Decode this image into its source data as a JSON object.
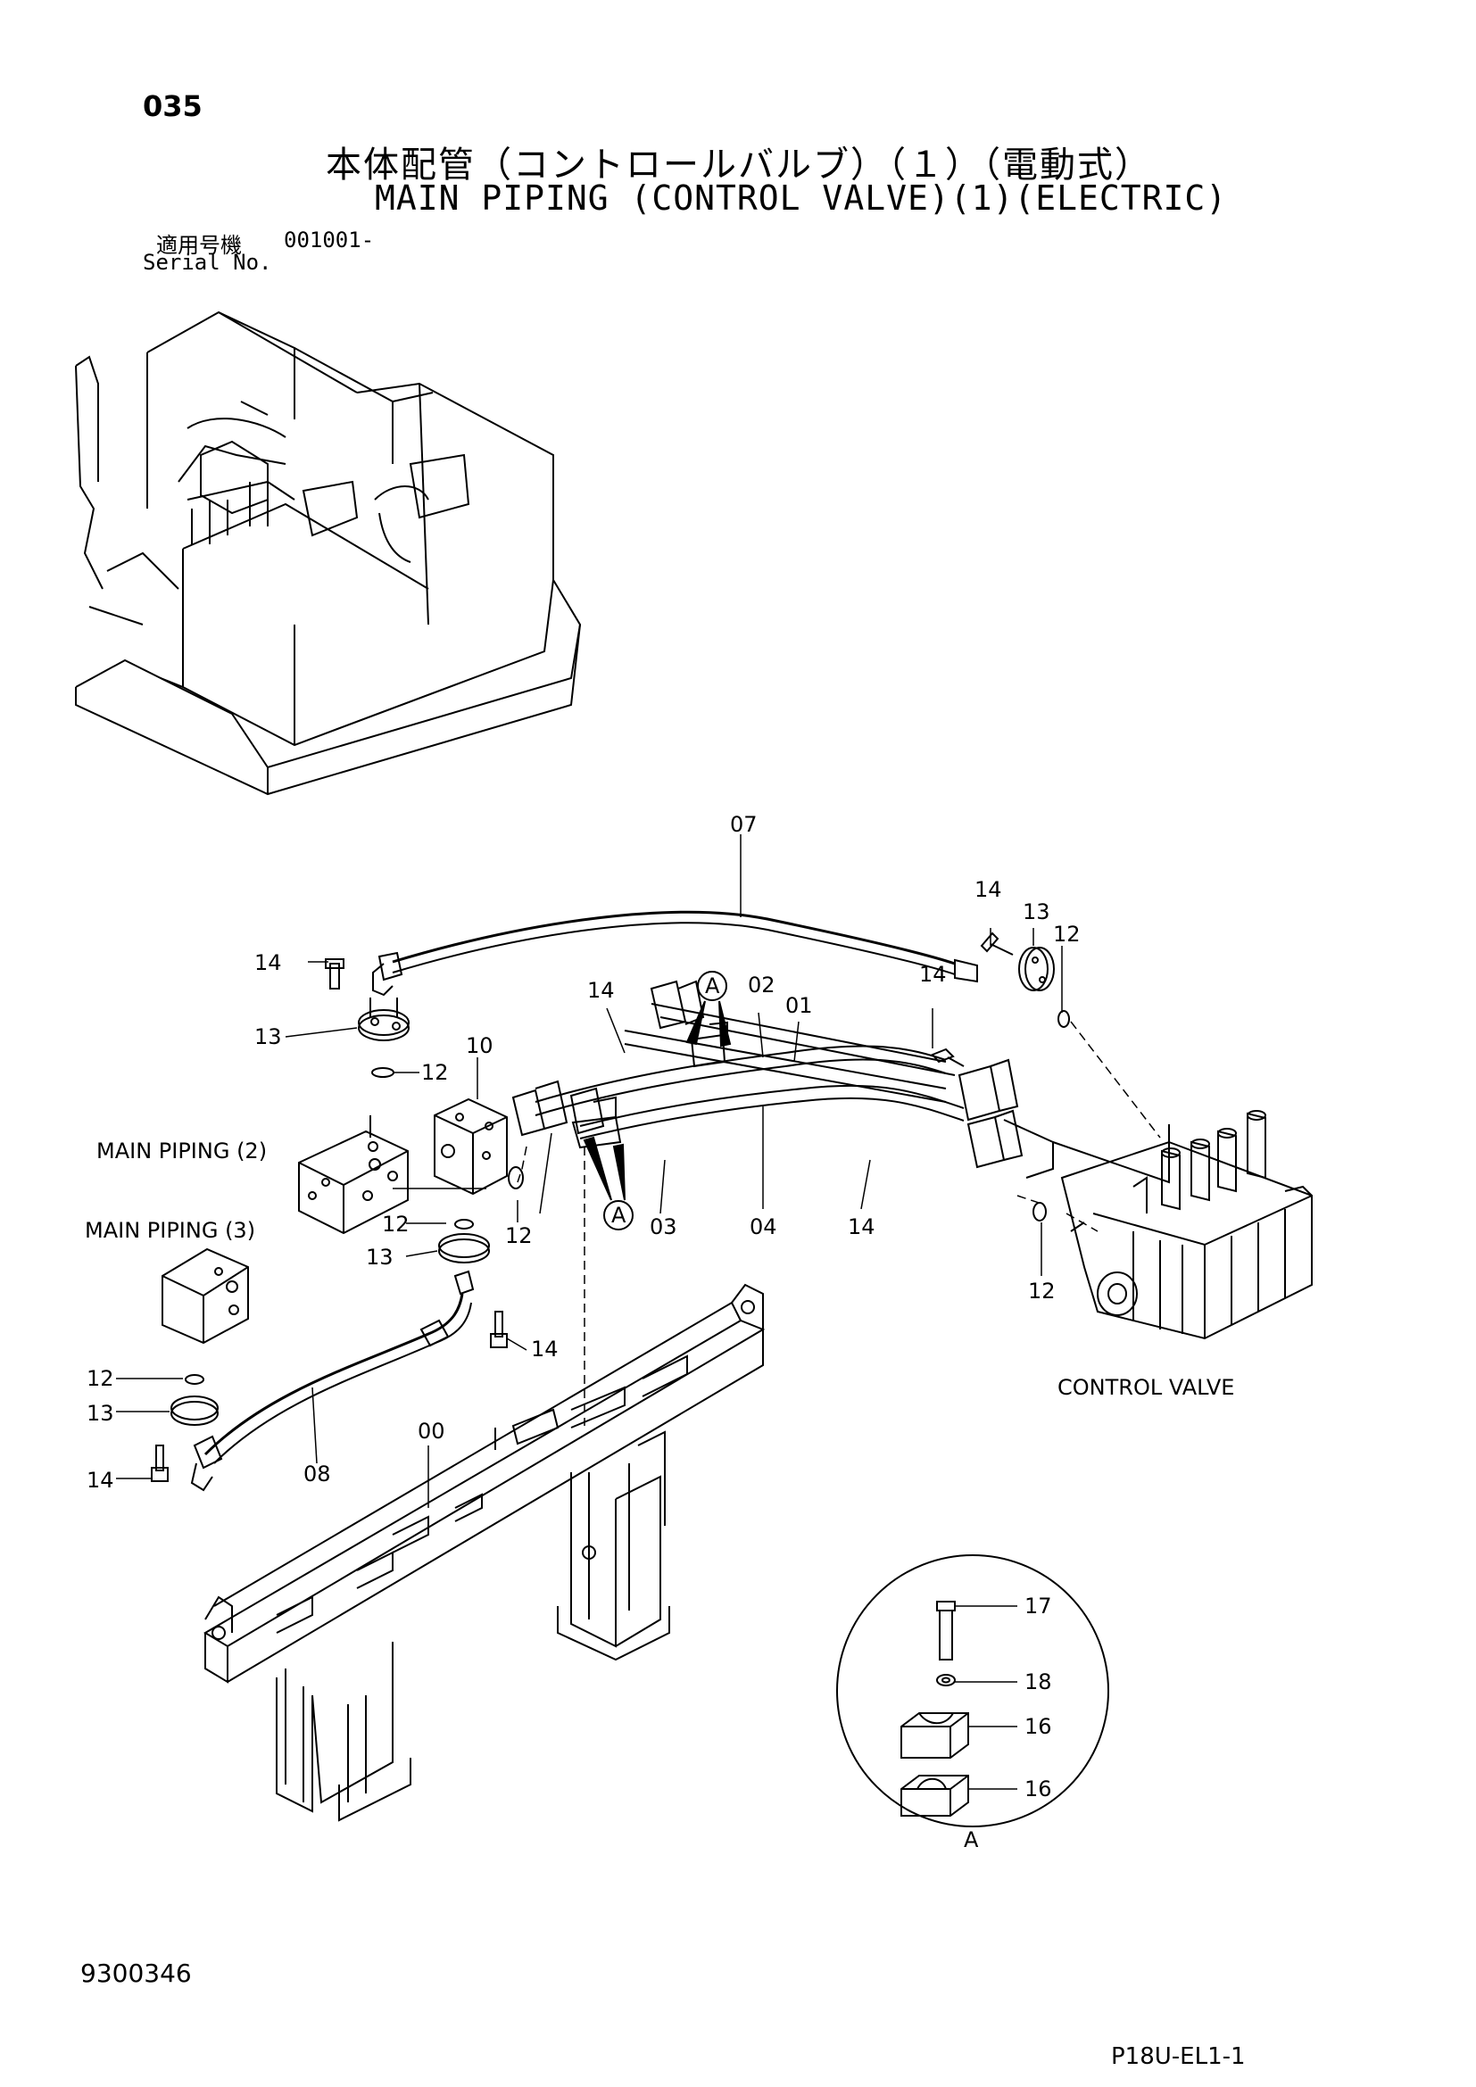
{
  "header": {
    "page_number": "035",
    "title_jp": "本体配管（コントロールバルブ）（１）（電動式）",
    "title_en": "MAIN PIPING (CONTROL VALVE)(1)(ELECTRIC)",
    "serial_label_jp": "適用号機",
    "serial_value": "001001-",
    "serial_label_en": "Serial No."
  },
  "diagram": {
    "callouts": {
      "c07": "07",
      "c14a": "14",
      "c13a": "13",
      "c12a": "12",
      "c14b": "14",
      "c13b": "13",
      "c12b": "12",
      "c14c": "14",
      "c02": "02",
      "c01": "01",
      "c14d": "14",
      "c10": "10",
      "c12c": "12",
      "c03": "03",
      "c04": "04",
      "c14e": "14",
      "c12d": "12",
      "c12e": "12",
      "c13c": "13",
      "c14f": "14",
      "c12f": "12",
      "c13d": "13",
      "c14g": "14",
      "c08": "08",
      "c00": "00",
      "c17": "17",
      "c18": "18",
      "c16a": "16",
      "c16b": "16",
      "markA1": "A",
      "markA2": "A",
      "detailA": "A"
    },
    "labels": {
      "main_piping_2": "MAIN PIPING (2)",
      "main_piping_3": "MAIN PIPING (3)",
      "control_valve": "CONTROL VALVE"
    }
  },
  "footer": {
    "doc_code": "9300346",
    "sheet_code": "P18U-EL1-1"
  }
}
